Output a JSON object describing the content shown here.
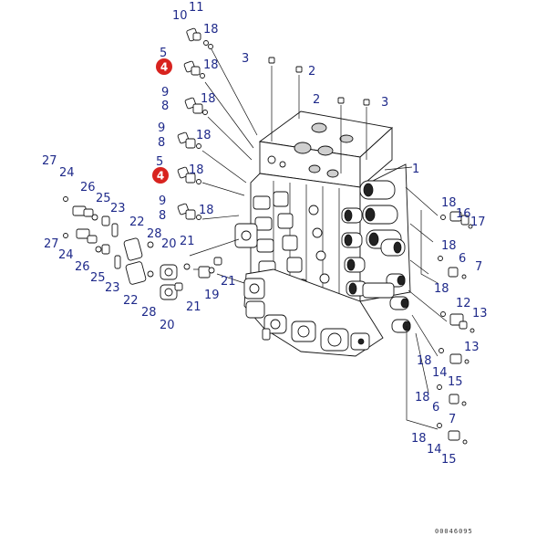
{
  "colors": {
    "label_blue": "#1f2a8a",
    "callout_red": "#d8231f",
    "line_black": "#111111"
  },
  "labels": {
    "l10": "10",
    "l11": "11",
    "l18a": "18",
    "l5a": "5",
    "l4a": "4",
    "l18b": "18",
    "l3a": "3",
    "l2a": "2",
    "l9a": "9",
    "l8a": "8",
    "l18c": "18",
    "l2b": "2",
    "l3b": "3",
    "l9b": "9",
    "l8b": "8",
    "l18d": "18",
    "l5b": "5",
    "l4b": "4",
    "l18e": "18",
    "l1": "1",
    "l27a": "27",
    "l24a": "24",
    "l26a": "26",
    "l25a": "25",
    "l23a": "23",
    "l9c": "9",
    "l8c": "8",
    "l18f": "18",
    "l22a": "22",
    "l28a": "28",
    "l20a": "20",
    "l21a": "21",
    "l27b": "27",
    "l24b": "24",
    "l26b": "26",
    "l25b": "25",
    "l23b": "23",
    "l22b": "22",
    "l28b": "28",
    "l20b": "20",
    "l21b": "21",
    "l19": "19",
    "l21c": "21",
    "r18a": "18",
    "r16": "16",
    "r17": "17",
    "r18b": "18",
    "r6a": "6",
    "r7a": "7",
    "r18c": "18",
    "r12": "12",
    "r13a": "13",
    "r13b": "13",
    "r18d": "18",
    "r14a": "14",
    "r15a": "15",
    "r18e": "18",
    "r6b": "6",
    "r7b": "7",
    "r18f": "18",
    "r14b": "14",
    "r15b": "15"
  },
  "callouts": {
    "c1": "4",
    "c2": "4"
  },
  "drawing_code": "00046095"
}
